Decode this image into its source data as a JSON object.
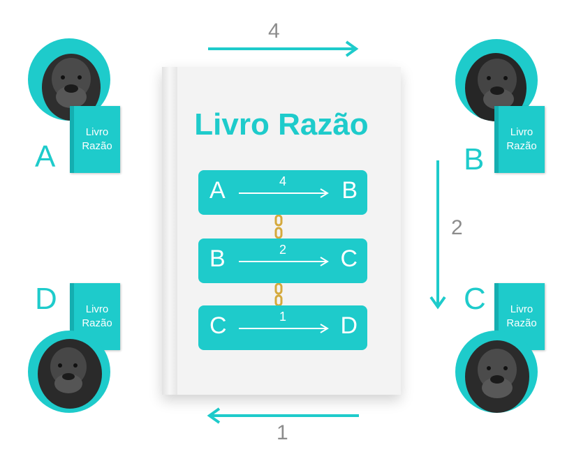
{
  "colors": {
    "accent": "#1ecbcb",
    "gray_text": "#8c8c8c",
    "chain": "#d4a93c"
  },
  "book": {
    "title": "Livro Razão",
    "transactions": [
      {
        "from": "A",
        "amount": "4",
        "to": "B"
      },
      {
        "from": "B",
        "amount": "2",
        "to": "C"
      },
      {
        "from": "C",
        "amount": "1",
        "to": "D"
      }
    ]
  },
  "nodes": {
    "A": {
      "letter": "A",
      "book_label": [
        "Livro",
        "Razão"
      ]
    },
    "B": {
      "letter": "B",
      "book_label": [
        "Livro",
        "Razão"
      ]
    },
    "C": {
      "letter": "C",
      "book_label": [
        "Livro",
        "Razão"
      ]
    },
    "D": {
      "letter": "D",
      "book_label": [
        "Livro",
        "Razão"
      ]
    }
  },
  "arrows": {
    "top": {
      "label": "4",
      "direction": "right"
    },
    "right": {
      "label": "2",
      "direction": "down"
    },
    "bottom": {
      "label": "1",
      "direction": "left"
    }
  },
  "icons": {
    "avatar": "gorilla-avatar-icon",
    "chain": "chain-link-icon"
  }
}
